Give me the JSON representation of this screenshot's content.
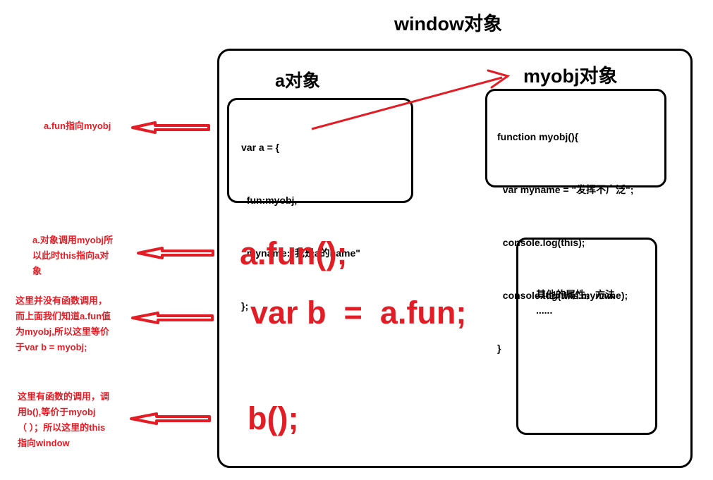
{
  "window_title": "window对象",
  "a_object": {
    "title": "a对象",
    "code": [
      "var a = {",
      "  fun:myobj,",
      "  myname:\"我是a的name\"",
      "};"
    ]
  },
  "myobj_object": {
    "title": "myobj对象",
    "code": [
      "function myobj(){",
      "  var myname = \"发挥不广泛\";",
      "  console.log(this);",
      "  console.log(this.myname);",
      "}"
    ]
  },
  "statements": {
    "call_a_fun": "a.fun();",
    "var_b": "var b  =  a.fun;",
    "call_b": "b();"
  },
  "other_box": {
    "line1": "其他的属性，方法",
    "line2": "......"
  },
  "notes": {
    "note1": [
      "a.fun指向myobj"
    ],
    "note2": [
      "a.对象调用myobj所",
      "以此时this指向a对",
      "象"
    ],
    "note3": [
      "这里并没有函数调用，",
      "而上面我们知道a.fun值",
      "为myobj,所以这里等价",
      "于var b = myobj;"
    ],
    "note4": [
      "这里有函数的调用，调",
      "用b(),等价于myobj",
      "（ ）；所以这里的this",
      "指向window"
    ]
  },
  "colors": {
    "accent": "#e21d25",
    "stroke": "#000000"
  }
}
